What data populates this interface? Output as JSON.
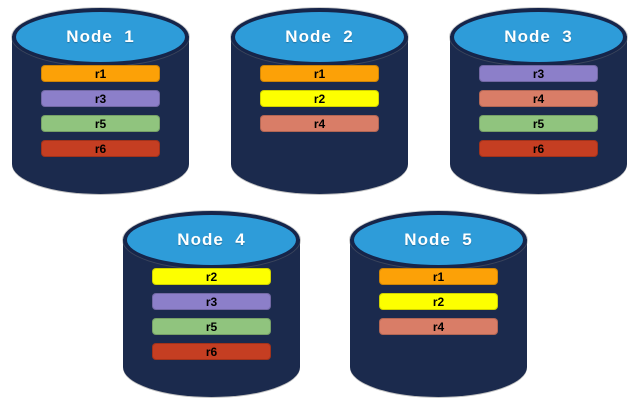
{
  "colors": {
    "cylinder_body": "#1B2A4D",
    "cylinder_top": "#2E9CD9",
    "cylinder_rim": "#16254A",
    "title_text": "#FFFFFF",
    "replica_text": "#000000",
    "replica_r1": "#FCA107",
    "replica_r2": "#FDFF00",
    "replica_r3": "#8C7FC9",
    "replica_r4": "#D97D67",
    "replica_r5": "#90C47E",
    "replica_r6": "#C53E22"
  },
  "nodes": [
    {
      "label": "Node  1",
      "row": 1,
      "replicas": [
        "r1",
        "r3",
        "r5",
        "r6"
      ]
    },
    {
      "label": "Node  2",
      "row": 1,
      "replicas": [
        "r1",
        "r2",
        "r4"
      ]
    },
    {
      "label": "Node  3",
      "row": 1,
      "replicas": [
        "r3",
        "r4",
        "r5",
        "r6"
      ]
    },
    {
      "label": "Node  4",
      "row": 2,
      "replicas": [
        "r2",
        "r3",
        "r5",
        "r6"
      ]
    },
    {
      "label": "Node  5",
      "row": 2,
      "replicas": [
        "r1",
        "r2",
        "r4"
      ]
    }
  ]
}
